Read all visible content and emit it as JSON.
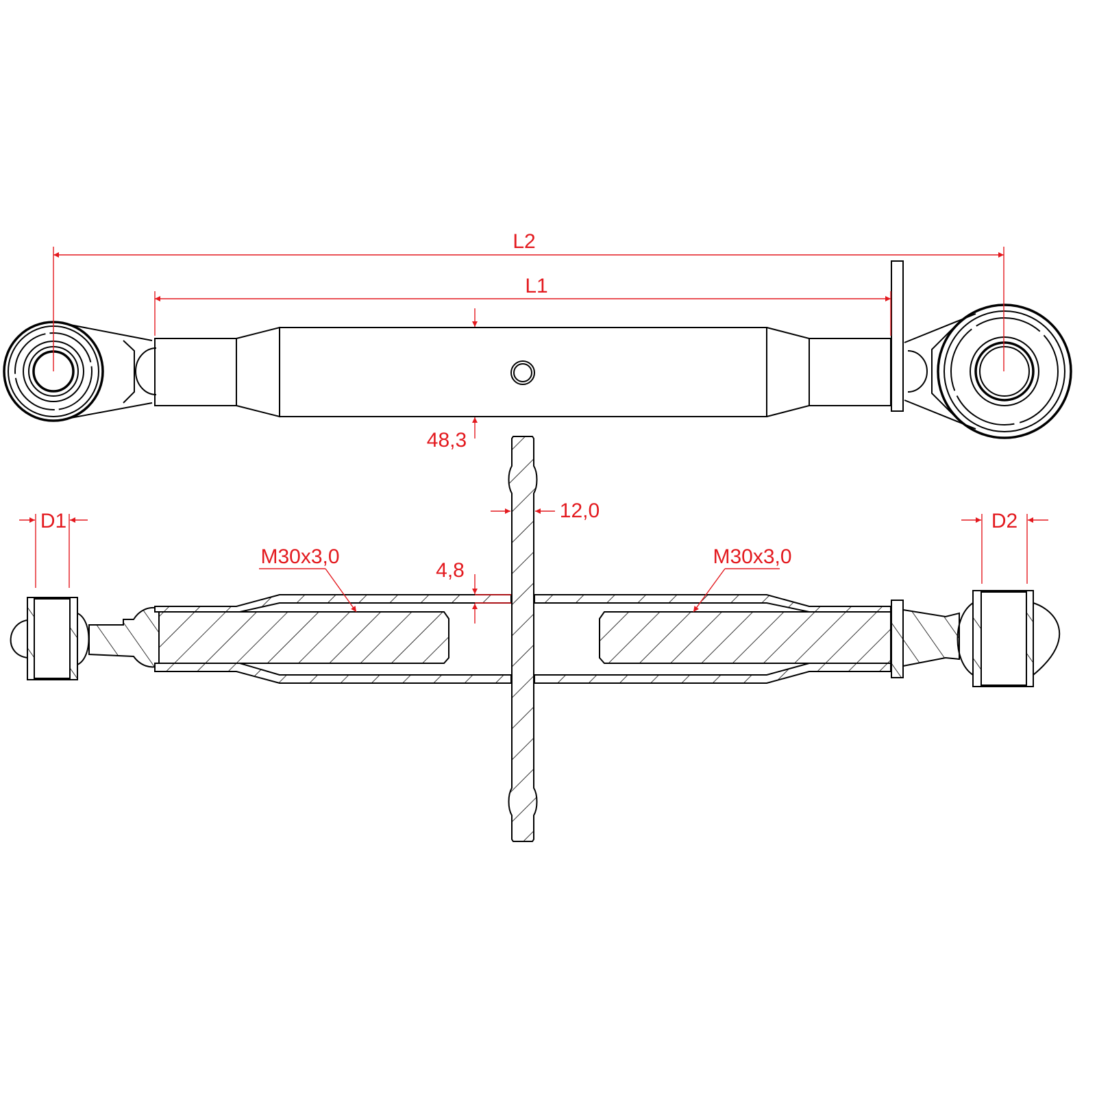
{
  "drawing": {
    "dimensions": {
      "l2": "L2",
      "l1": "L1",
      "tube_diameter": "48,3",
      "handle_diameter": "12,0",
      "wall_thickness": "4,8",
      "d1": "D1",
      "d2": "D2",
      "thread_left": "M30x3,0",
      "thread_right": "M30x3,0"
    },
    "colors": {
      "dimension": "#e3191e",
      "outline": "#000000"
    }
  }
}
